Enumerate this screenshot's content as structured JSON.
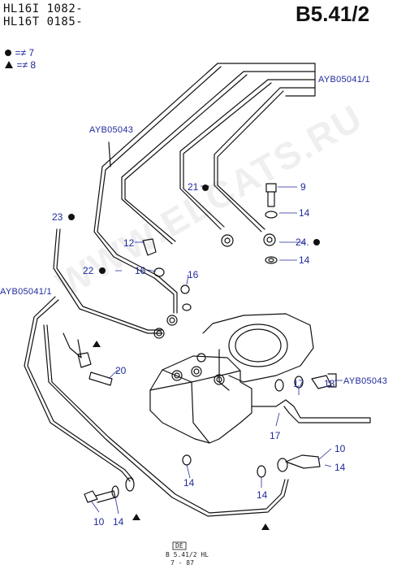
{
  "header": {
    "line1": "HL16I 1082-",
    "line2": "HL16T 0185-",
    "page_code": "B5.41/2"
  },
  "legend": {
    "circle_text": "=≠ 7",
    "triangle_text": "=≠ 8"
  },
  "watermark": "WWW.ELCATS.RU",
  "refs": {
    "ayb_top_right": "AYB05041/1",
    "ayb_left_top": "AYB05043",
    "ayb_left_mid": "AYB05041/1",
    "ayb_right_mid": "AYB05043"
  },
  "callouts": {
    "c9": "9",
    "c14a": "14",
    "c21": "21",
    "c24": "24.",
    "c14b": "14",
    "c23": "23",
    "c12": "12",
    "c16a": "16",
    "c16b": "16",
    "c22": "22",
    "c20": "20",
    "c17a": "17",
    "c13": "13",
    "c17b": "17",
    "c10a": "10",
    "c14c": "14",
    "c14d": "14",
    "c14e": "14",
    "c10b": "10",
    "c14f": "14"
  },
  "footer": {
    "box": "DE",
    "line1": "B 5.41/2 HL",
    "line2": "7 - 87"
  },
  "colors": {
    "callout": "#1f2a9c",
    "line": "#111111"
  }
}
